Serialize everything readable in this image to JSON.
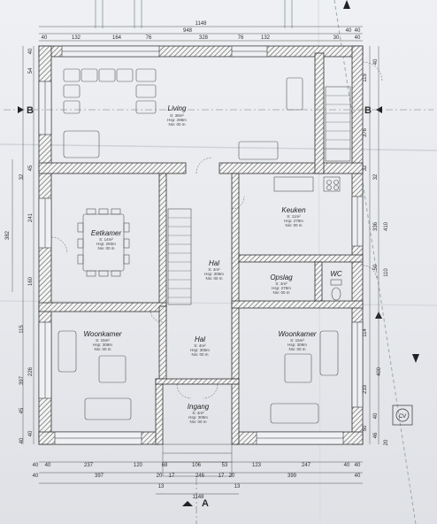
{
  "rooms": {
    "living": {
      "name": "Living",
      "area": "S: 38m²",
      "height": "Hsp: 298m",
      "level": "Niv: 00 m"
    },
    "eetkamer": {
      "name": "Eetkamer",
      "area": "S: 14m²",
      "height": "Hsp: 293m",
      "level": "Niv: 00 m"
    },
    "keuken": {
      "name": "Keuken",
      "area": "S: 11m²",
      "height": "Hsp: 278m",
      "level": "Niv: 00 m"
    },
    "hal_top": {
      "name": "Hal",
      "area": "S: 4m²",
      "height": "Hsp: 309m",
      "level": "Niv: 00 m"
    },
    "opslag": {
      "name": "Opslag",
      "area": "S: 4m²",
      "height": "Hsp: 278m",
      "level": "Niv: 00 m"
    },
    "wc": {
      "name": "WC"
    },
    "woonkamer_left": {
      "name": "Woonkamer",
      "area": "S: 15m²",
      "height": "Hsp: 309m",
      "level": "Niv: 00 m"
    },
    "hal_mid": {
      "name": "Hal",
      "area": "S: 4m²",
      "height": "Hsp: 305m",
      "level": "Niv: 00 m"
    },
    "woonkamer_right": {
      "name": "Woonkamer",
      "area": "S: 15m²",
      "height": "Hsp: 309m",
      "level": "Niv: 00 m"
    },
    "ingang": {
      "name": "Ingang",
      "area": "S: 4m²",
      "height": "Hsp: 309m",
      "level": "Niv: 00 m"
    }
  },
  "section_marks": {
    "b_left": "B",
    "b_right": "B",
    "a_bottom": "A",
    "cv": "CV"
  },
  "dims_top": {
    "overall": "1148",
    "row2": [
      "948",
      "40",
      "40"
    ],
    "row3": [
      "40",
      "132",
      "164",
      "76",
      "328",
      "76",
      "132",
      "30",
      "40"
    ]
  },
  "dims_bottom": {
    "row1": [
      "40",
      "40",
      "237",
      "120",
      "68",
      "106",
      "53",
      "123",
      "247",
      "40",
      "40"
    ],
    "row2": [
      "40",
      "397",
      "20",
      "17",
      "246",
      "17",
      "20",
      "399",
      "40"
    ],
    "row3": [
      "13",
      "13",
      "1148"
    ]
  },
  "dims_left": [
    "40",
    "54",
    "45",
    "32",
    "382",
    "241",
    "160",
    "115",
    "397",
    "226",
    "45",
    "40",
    "40"
  ],
  "dims_right": [
    "115",
    "40",
    "376",
    "32",
    "32",
    "336",
    "410",
    "50",
    "110",
    "114",
    "233",
    "400",
    "40",
    "50",
    "46",
    "20"
  ]
}
